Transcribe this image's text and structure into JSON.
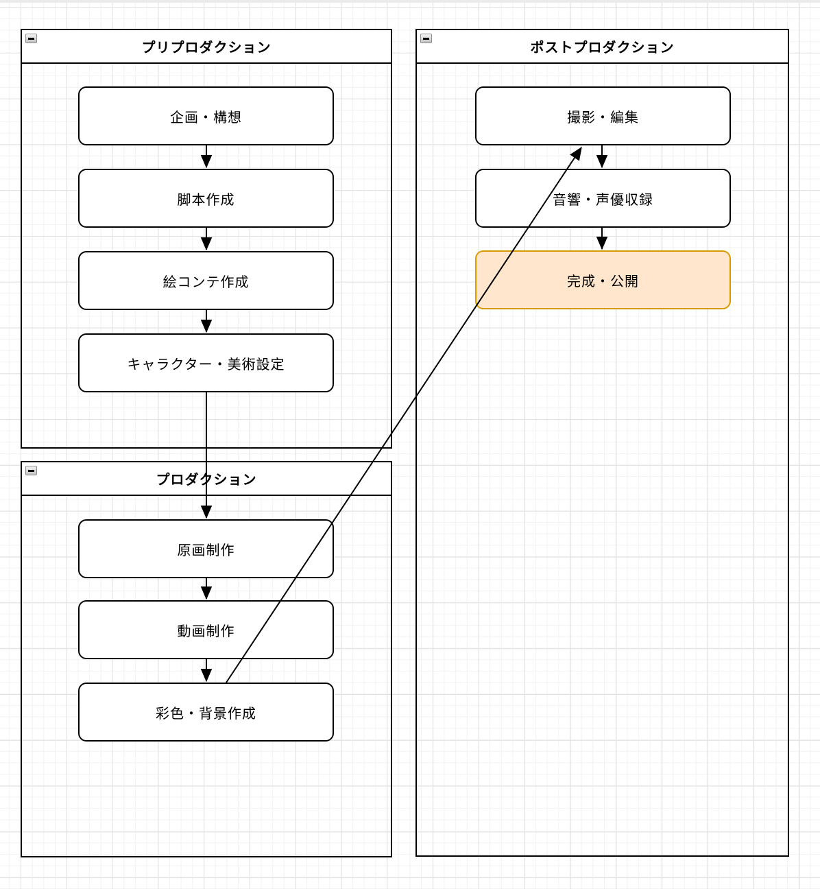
{
  "diagram": {
    "lanes": [
      {
        "title": "プリプロダクション",
        "nodes": [
          "企画・構想",
          "脚本作成",
          "絵コンテ作成",
          "キャラクター・美術設定"
        ]
      },
      {
        "title": "プロダクション",
        "nodes": [
          "原画制作",
          "動画制作",
          "彩色・背景作成"
        ]
      },
      {
        "title": "ポストプロダクション",
        "nodes": [
          "撮影・編集",
          "音響・声優収録",
          "完成・公開"
        ]
      }
    ],
    "highlighted_node": "完成・公開",
    "colors": {
      "node_fill": "#ffffff",
      "node_stroke": "#000000",
      "highlight_fill": "#ffe6cc",
      "highlight_stroke": "#d79b00",
      "arrow": "#000000",
      "grid_minor": "#f2f2f2",
      "grid_major": "#e1e1e1",
      "lane_header_fill": "#ffffff",
      "lane_stroke": "#000000"
    }
  }
}
